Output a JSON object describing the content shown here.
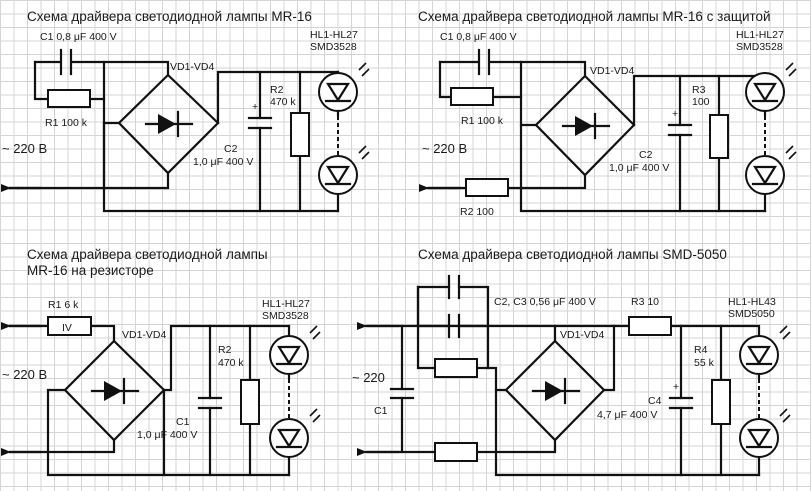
{
  "diagram1": {
    "title": "Схема драйвера светодиодной лампы MR-16",
    "c1": "C1 0,8 μF 400 V",
    "r1": "R1 100 k",
    "bridge": "VD1-VD4",
    "r2_name": "R2",
    "r2_value": "470 k",
    "c2_name": "C2",
    "c2_value": "1,0 μF 400 V",
    "leds_name": "HL1-HL27",
    "leds_type": "SMD3528",
    "voltage": "~ 220 В"
  },
  "diagram2": {
    "title": "Схема драйвера светодиодной лампы MR-16 с защитой",
    "c1": "C1 0,8 μF 400 V",
    "r1": "R1 100 k",
    "bridge": "VD1-VD4",
    "r3_name": "R3",
    "r3_value": "100",
    "c2_name": "C2",
    "c2_value": "1,0 μF 400 V",
    "r2": "R2 100",
    "leds_name": "HL1-HL27",
    "leds_type": "SMD3528",
    "voltage": "~ 220 В"
  },
  "diagram3": {
    "title_line1": "Схема драйвера светодиодной лампы",
    "title_line2": "MR-16 на резисторе",
    "r1": "R1 6 k",
    "r1_mark": "IV",
    "bridge": "VD1-VD4",
    "r2_name": "R2",
    "r2_value": "470 k",
    "c1_name": "C1",
    "c1_value": "1,0 μF 400 V",
    "leds_name": "HL1-HL27",
    "leds_type": "SMD3528",
    "voltage": "~ 220 В"
  },
  "diagram4": {
    "title": "Схема драйвера светодиодной лампы SMD-5050",
    "c2c3": "C2, C3 0,56 μF 400 V",
    "r3": "R3 10",
    "bridge": "VD1-VD4",
    "r4_name": "R4",
    "r4_value": "55 k",
    "c4_name": "C4",
    "c4_value": "4,7 μF 400 V",
    "c1": "C1",
    "leds_name": "HL1-HL43",
    "leds_type": "SMD5050",
    "voltage": "~ 220"
  }
}
